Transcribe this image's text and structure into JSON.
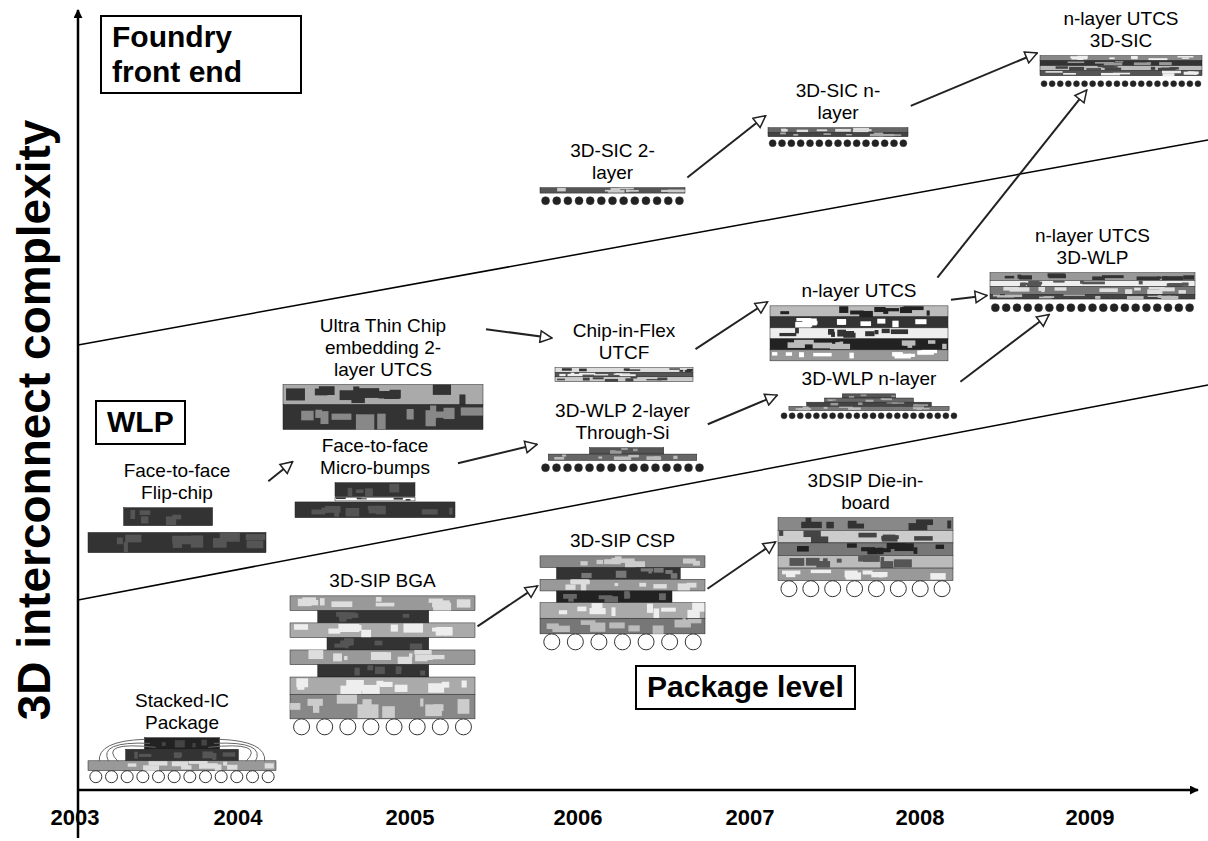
{
  "diagram": {
    "nodes": [
      {
        "text": [
          "Foundry front end"
        ]
      },
      {
        "text": [
          "WLP"
        ]
      },
      {
        "text": [
          "Package level"
        ]
      },
      {
        "text": [
          "3D-SIC 2-layer"
        ]
      },
      {
        "text": [
          "3D-SIC n-layer"
        ]
      },
      {
        "text": [
          "n-layer UTCS 3D-SIC"
        ]
      },
      {
        "text": [
          "n-layer UTCS 3D-WLP"
        ]
      },
      {
        "text": [
          "Ultra Thin Chip embedding 2-layer UTCS"
        ]
      },
      {
        "text": [
          "Chip-in-Flex UTCF"
        ]
      },
      {
        "text": [
          "n-layer UTCS"
        ]
      },
      {
        "text": [
          "3D-WLP n-layer"
        ]
      },
      {
        "text": [
          "Face-to-face Flip-chip"
        ]
      },
      {
        "text": [
          "Face-to-face Micro-bumps"
        ]
      },
      {
        "text": [
          "3D-WLP 2-layer Through-Si"
        ]
      },
      {
        "text": [
          "3DSIP Die-in-board"
        ]
      },
      {
        "text": [
          "3D-SIP BGA"
        ]
      },
      {
        "text": [
          "3D-SIP CSP"
        ]
      },
      {
        "text": [
          "Stacked-IC Package"
        ]
      }
    ],
    "edges": [
      {
        "from": 3,
        "to": 4,
        "arrow": "to"
      },
      {
        "from": 4,
        "to": 5,
        "arrow": "to"
      },
      {
        "from": 7,
        "to": 8,
        "arrow": "to"
      },
      {
        "from": 8,
        "to": 9,
        "arrow": "to"
      },
      {
        "from": 9,
        "to": 6,
        "arrow": "to"
      },
      {
        "from": 9,
        "to": 5,
        "arrow": "to"
      },
      {
        "from": 10,
        "to": 6,
        "arrow": "to"
      },
      {
        "from": 11,
        "to": 12,
        "arrow": "to"
      },
      {
        "from": 12,
        "to": 13,
        "arrow": "to"
      },
      {
        "from": 13,
        "to": 10,
        "arrow": "to"
      },
      {
        "from": 15,
        "to": 16,
        "arrow": "to"
      },
      {
        "from": 16,
        "to": 14,
        "arrow": "to"
      }
    ],
    "labels": [
      "3D interconnect complexity",
      "2003",
      "2004",
      "2005",
      "2006",
      "2007",
      "2008",
      "2009"
    ]
  }
}
